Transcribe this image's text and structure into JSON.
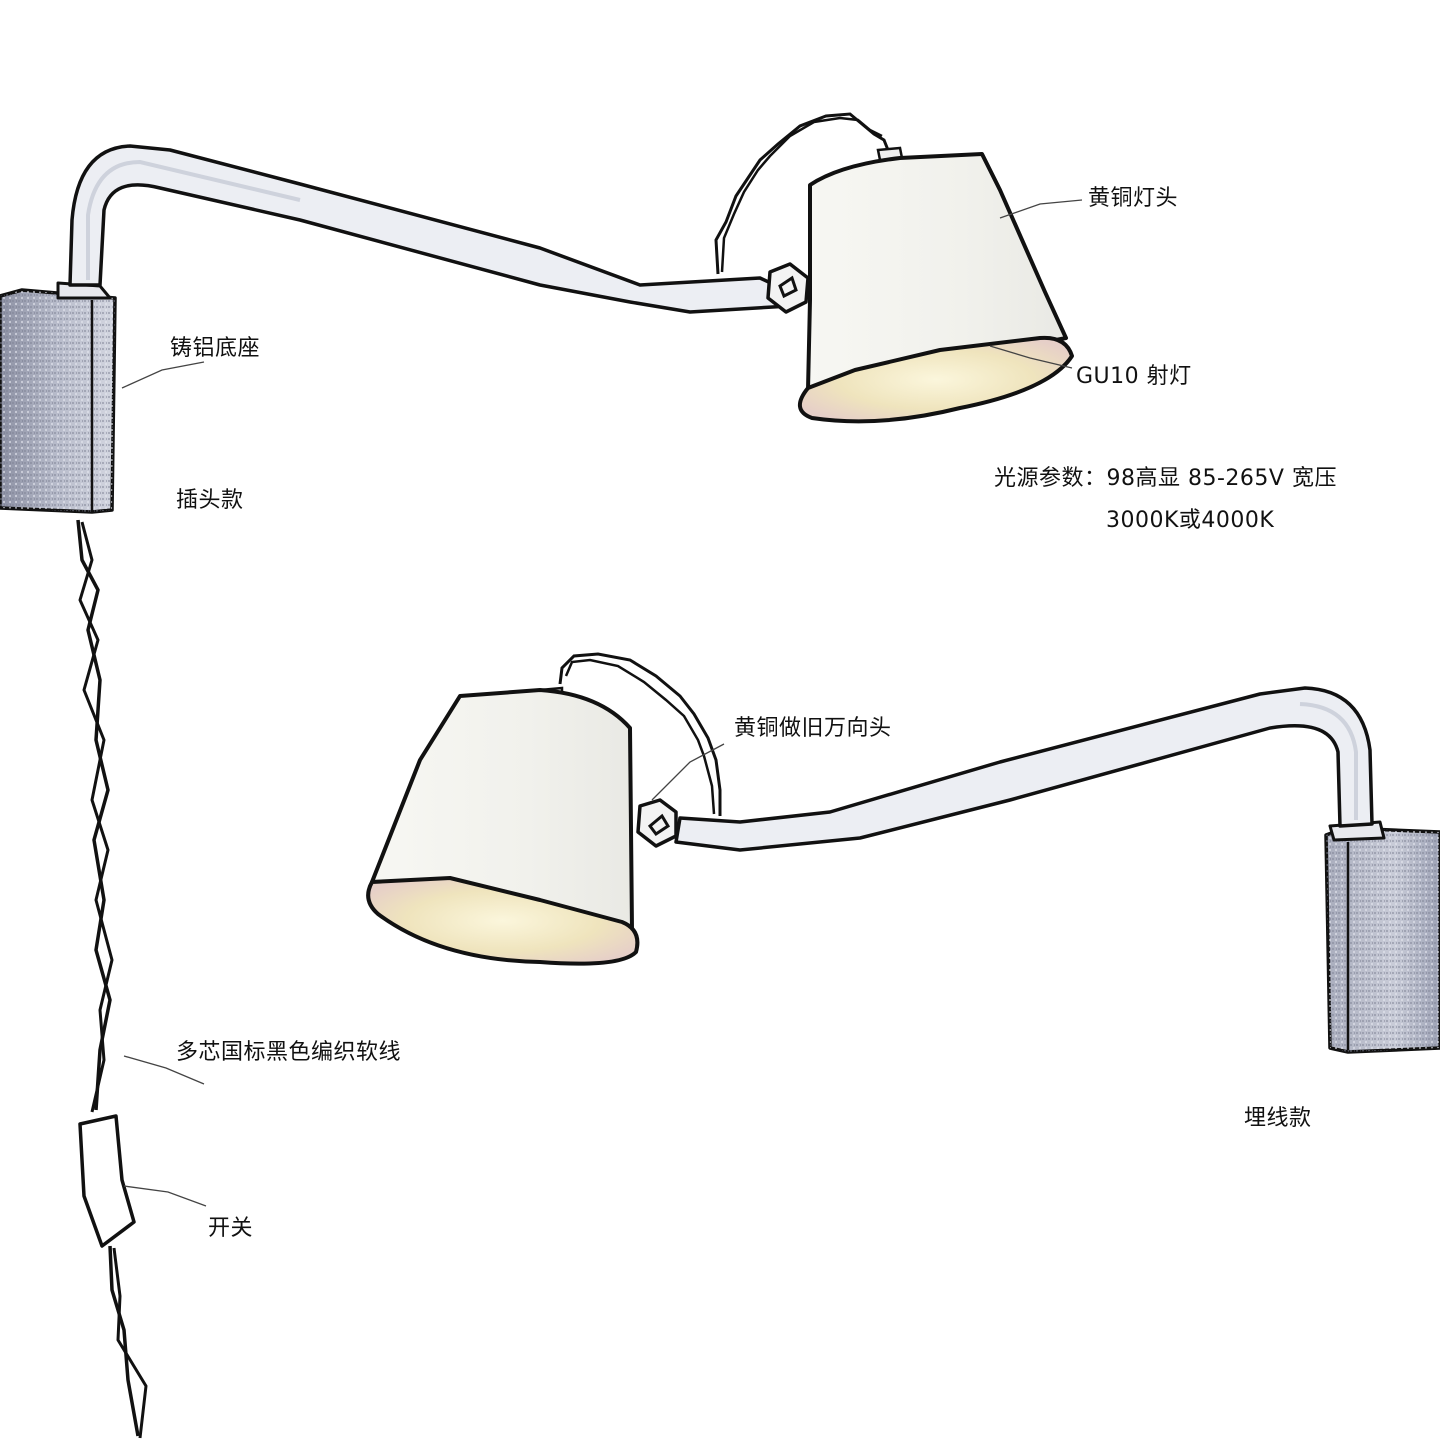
{
  "labels": {
    "brass_lamp_head": "黄铜灯头",
    "gu10_spotlight": "GU10 射灯",
    "light_source_params": "光源参数：98高显 85-265V 宽压",
    "color_temperature": "3000K或4000K",
    "cast_aluminum_base": "铸铝底座",
    "plug_version": "插头款",
    "brass_aged_swivel": "黄铜做旧万向头",
    "braided_cable": "多芯国标黑色编织软线",
    "switch": "开关",
    "hardwired_version": "埋线款"
  },
  "colors": {
    "outline": "#111111",
    "arm_fill": "#eceef3",
    "shade_fill": "#f3f3ef",
    "shade_inner": "#eee6c4",
    "base_fill": "#9a9fb0",
    "leader_line": "#444444"
  }
}
